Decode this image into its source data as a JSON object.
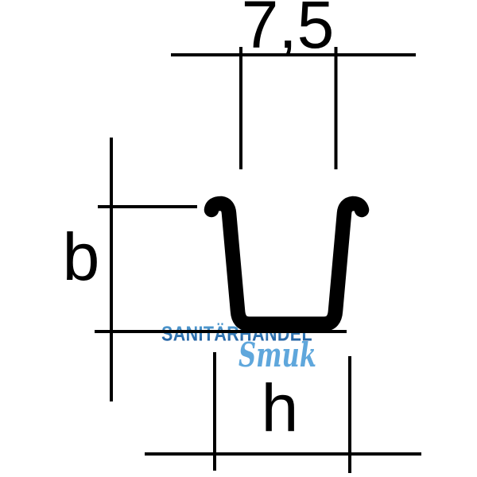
{
  "diagram": {
    "type": "technical-dimension-drawing",
    "subject": "U-channel profile cross-section",
    "dimensions": {
      "top_width_label": "7,5",
      "left_height_label": "b",
      "bottom_width_label": "h"
    },
    "watermark": {
      "line1": "SANITÄRHANDEL",
      "line2": "Smuk",
      "color_top": "#4e97cd",
      "color_bottom": "#1e5c9e",
      "script_color": "#5fa7dc"
    },
    "colors": {
      "line": "#000000",
      "background": "#ffffff"
    }
  }
}
